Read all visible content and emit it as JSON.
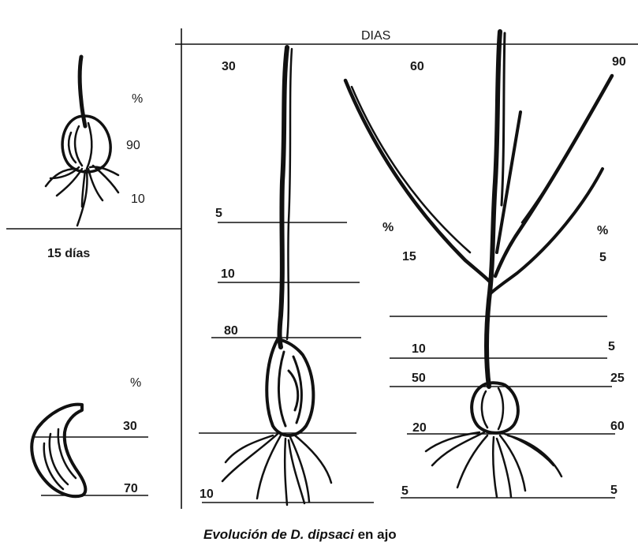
{
  "header": {
    "dias_label": "DIAS"
  },
  "panel_15": {
    "percent_sign": "%",
    "bulb_value": "90",
    "root_value": "10",
    "caption": "15 días"
  },
  "panel_seed": {
    "percent_sign": "%",
    "top_value": "30",
    "bottom_value": "70"
  },
  "panel_30": {
    "day_label": "30",
    "values": [
      "5",
      "10",
      "80",
      "10"
    ]
  },
  "panel_60_90": {
    "day_60_label": "60",
    "day_90_label": "90",
    "left_percent": "%",
    "right_percent": "%",
    "left_values": [
      "15",
      "10",
      "50",
      "20",
      "5"
    ],
    "right_values": [
      "5",
      "5",
      "25",
      "60",
      "5"
    ]
  },
  "caption": {
    "part1": "Evolución de ",
    "part2": "D. dipsaci",
    "part3": " en ajo"
  }
}
